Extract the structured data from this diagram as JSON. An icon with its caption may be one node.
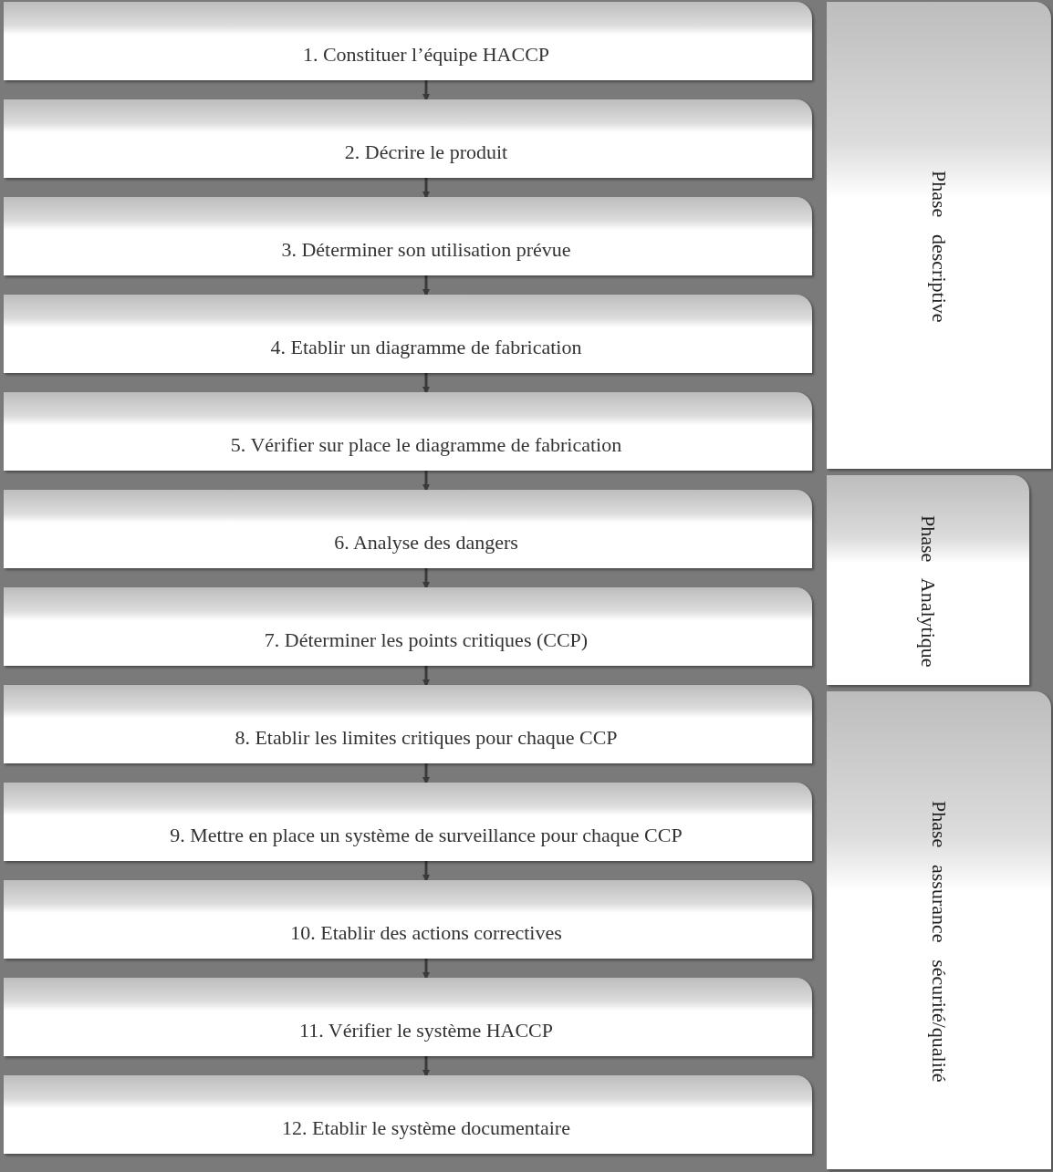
{
  "diagram": {
    "nodes": [
      {
        "text": [
          "1. Constituer l’équipe HACCP"
        ]
      },
      {
        "text": [
          "2. Décrire le produit"
        ]
      },
      {
        "text": [
          "3. Déterminer son utilisation prévue"
        ]
      },
      {
        "text": [
          "4. Etablir un diagramme de fabrication"
        ]
      },
      {
        "text": [
          "5. Vérifier sur place le diagramme de fabrication"
        ]
      },
      {
        "text": [
          "6. Analyse des dangers"
        ]
      },
      {
        "text": [
          "7. Déterminer les points critiques (CCP)"
        ]
      },
      {
        "text": [
          "8. Etablir les limites critiques pour chaque CCP"
        ]
      },
      {
        "text": [
          "9. Mettre en place un système de surveillance pour chaque CCP"
        ]
      },
      {
        "text": [
          "10. Etablir des actions correctives"
        ]
      },
      {
        "text": [
          "11. Vérifier le système HACCP"
        ]
      },
      {
        "text": [
          "12. Etablir le système documentaire"
        ]
      },
      {
        "text": [
          "Phase descriptive"
        ]
      },
      {
        "text": [
          "Phase Analytique"
        ]
      },
      {
        "text": [
          "Phase assurance sécurité/qualité"
        ]
      }
    ],
    "edges": [
      {
        "from": 0,
        "to": 1,
        "arrow": "to"
      },
      {
        "from": 1,
        "to": 2,
        "arrow": "to"
      },
      {
        "from": 2,
        "to": 3,
        "arrow": "to"
      },
      {
        "from": 3,
        "to": 4,
        "arrow": "to"
      },
      {
        "from": 4,
        "to": 5,
        "arrow": "to"
      },
      {
        "from": 5,
        "to": 6,
        "arrow": "to"
      },
      {
        "from": 6,
        "to": 7,
        "arrow": "to"
      },
      {
        "from": 7,
        "to": 8,
        "arrow": "to"
      },
      {
        "from": 8,
        "to": 9,
        "arrow": "to"
      },
      {
        "from": 9,
        "to": 10,
        "arrow": "to"
      },
      {
        "from": 10,
        "to": 11,
        "arrow": "to"
      }
    ]
  }
}
